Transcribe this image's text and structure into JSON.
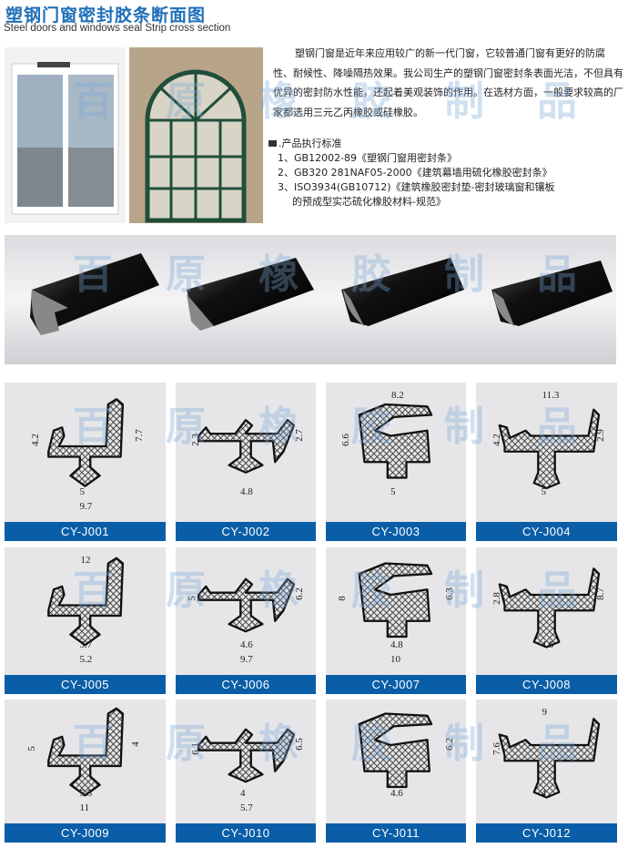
{
  "header": {
    "title": "塑钢门窗密封胶条断面图",
    "subtitle": "Steel doors and windows seal Strip cross section"
  },
  "intro": "塑钢门窗是近年来应用较广的新一代门窗，它较普通门窗有更好的防腐性、耐候性、降噪隔热效果。我公司生产的塑钢门窗密封条表面光洁，不但具有优异的密封防水性能，还起着美观装饰的作用。在选材方面，一般要求较高的厂家都选用三元乙丙橡胶或硅橡胶。",
  "standards": {
    "heading": ".产品执行标准",
    "items": [
      "1、GB12002-89《塑钢门窗用密封条》",
      "2、GB320 281NAF05-2000《建筑幕墙用硫化橡胶密封条》",
      "3、ISO3934(GB10712)《建筑橡胶密封垫-密封玻璃窗和镶板",
      "的预成型实芯硫化橡胶材料-规范》"
    ]
  },
  "watermark": [
    "百",
    "原",
    "橡",
    "胶",
    "制",
    "品"
  ],
  "colors": {
    "accent": "#0a5ea8",
    "title": "#1f6fb8"
  },
  "products": [
    {
      "code": "CY-J001",
      "dims": [
        {
          "v": "4.2",
          "side": "left"
        },
        {
          "v": "7.7",
          "side": "right"
        },
        {
          "v": "5",
          "side": "bottom"
        },
        {
          "v": "9.7",
          "side": "bottom"
        }
      ]
    },
    {
      "code": "CY-J002",
      "dims": [
        {
          "v": "2.3",
          "side": "left"
        },
        {
          "v": "2.7",
          "side": "right"
        },
        {
          "v": "4.8",
          "side": "bottom"
        }
      ]
    },
    {
      "code": "CY-J003",
      "dims": [
        {
          "v": "8.2",
          "side": "top"
        },
        {
          "v": "6.6",
          "side": "left"
        },
        {
          "v": "5",
          "side": "bottom"
        }
      ]
    },
    {
      "code": "CY-J004",
      "dims": [
        {
          "v": "11.3",
          "side": "top"
        },
        {
          "v": "4.2",
          "side": "left"
        },
        {
          "v": "2.9",
          "side": "right"
        },
        {
          "v": "5",
          "side": "bottom"
        }
      ]
    },
    {
      "code": "CY-J005",
      "dims": [
        {
          "v": "12",
          "side": "top"
        },
        {
          "v": "3.7",
          "side": "bottom"
        },
        {
          "v": "5.2",
          "side": "bottom"
        }
      ]
    },
    {
      "code": "CY-J006",
      "dims": [
        {
          "v": "5",
          "side": "left"
        },
        {
          "v": "6.2",
          "side": "right"
        },
        {
          "v": "4.6",
          "side": "bottom"
        },
        {
          "v": "9.7",
          "side": "bottom"
        }
      ]
    },
    {
      "code": "CY-J007",
      "dims": [
        {
          "v": "8",
          "side": "left"
        },
        {
          "v": "6.3",
          "side": "right"
        },
        {
          "v": "4.8",
          "side": "bottom"
        },
        {
          "v": "10",
          "side": "bottom"
        }
      ]
    },
    {
      "code": "CY-J008",
      "dims": [
        {
          "v": "2.8",
          "side": "left"
        },
        {
          "v": "8.7",
          "side": "right"
        },
        {
          "v": "4.6",
          "side": "bottom"
        }
      ]
    },
    {
      "code": "CY-J009",
      "dims": [
        {
          "v": "5",
          "side": "left"
        },
        {
          "v": "4",
          "side": "right"
        },
        {
          "v": "5.5",
          "side": "bottom"
        },
        {
          "v": "11",
          "side": "bottom"
        }
      ]
    },
    {
      "code": "CY-J010",
      "dims": [
        {
          "v": "6.1",
          "side": "left"
        },
        {
          "v": "6.5",
          "side": "right"
        },
        {
          "v": "4",
          "side": "bottom"
        },
        {
          "v": "5.7",
          "side": "bottom"
        }
      ]
    },
    {
      "code": "CY-J011",
      "dims": [
        {
          "v": "6.2",
          "side": "right"
        },
        {
          "v": "4.6",
          "side": "bottom"
        }
      ]
    },
    {
      "code": "CY-J012",
      "dims": [
        {
          "v": "9",
          "side": "top"
        },
        {
          "v": "7.6",
          "side": "left"
        },
        {
          "v": "4",
          "side": "bottom"
        }
      ]
    }
  ]
}
